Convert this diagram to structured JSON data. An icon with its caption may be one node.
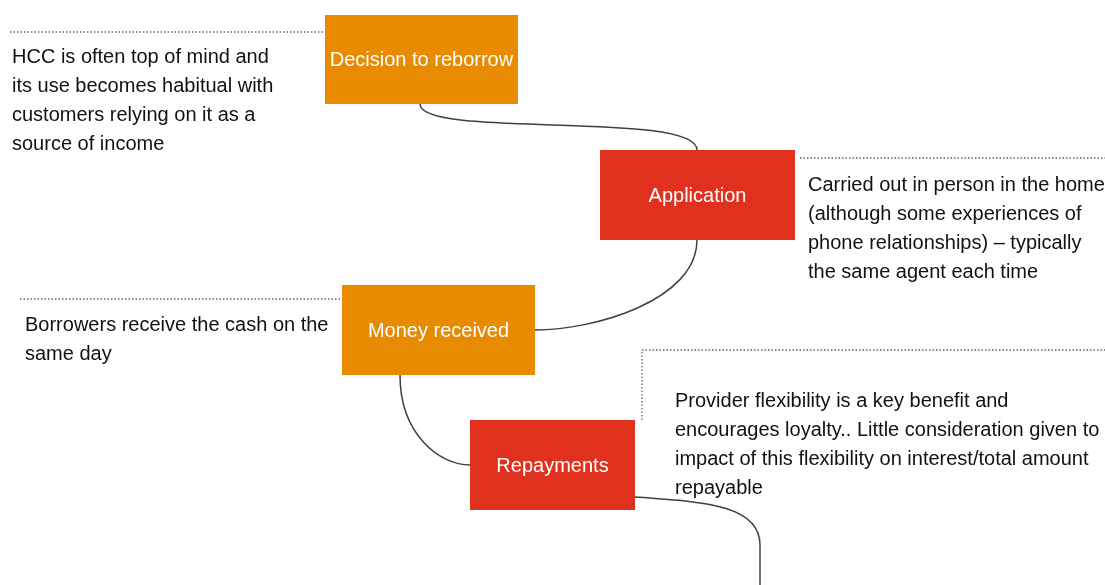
{
  "diagram": {
    "nodes": [
      {
        "text": [
          "Decision to reborrow"
        ],
        "beside": [
          "HCC is often top of mind and its use becomes habitual with customers relying on it as a source of income"
        ]
      },
      {
        "text": [
          "Application"
        ],
        "beside": [
          "Carried out in person in the home (although some experiences of phone relationships) – typically the same agent each time"
        ]
      },
      {
        "text": [
          "Money received"
        ],
        "beside": [
          "Borrowers receive the cash on the same day"
        ]
      },
      {
        "text": [
          "Repayments"
        ],
        "beside": [
          "Provider flexibility is a key benefit and encourages loyalty.. Little consideration given to impact of this flexibility on interest/total amount repayable"
        ]
      }
    ],
    "edges": [
      {
        "from": 0,
        "to": 1,
        "arrow": "none"
      },
      {
        "from": 1,
        "to": 2,
        "arrow": "none"
      },
      {
        "from": 2,
        "to": 3,
        "arrow": "none"
      },
      {
        "from": 3,
        "to": null,
        "arrow": "none"
      }
    ]
  }
}
